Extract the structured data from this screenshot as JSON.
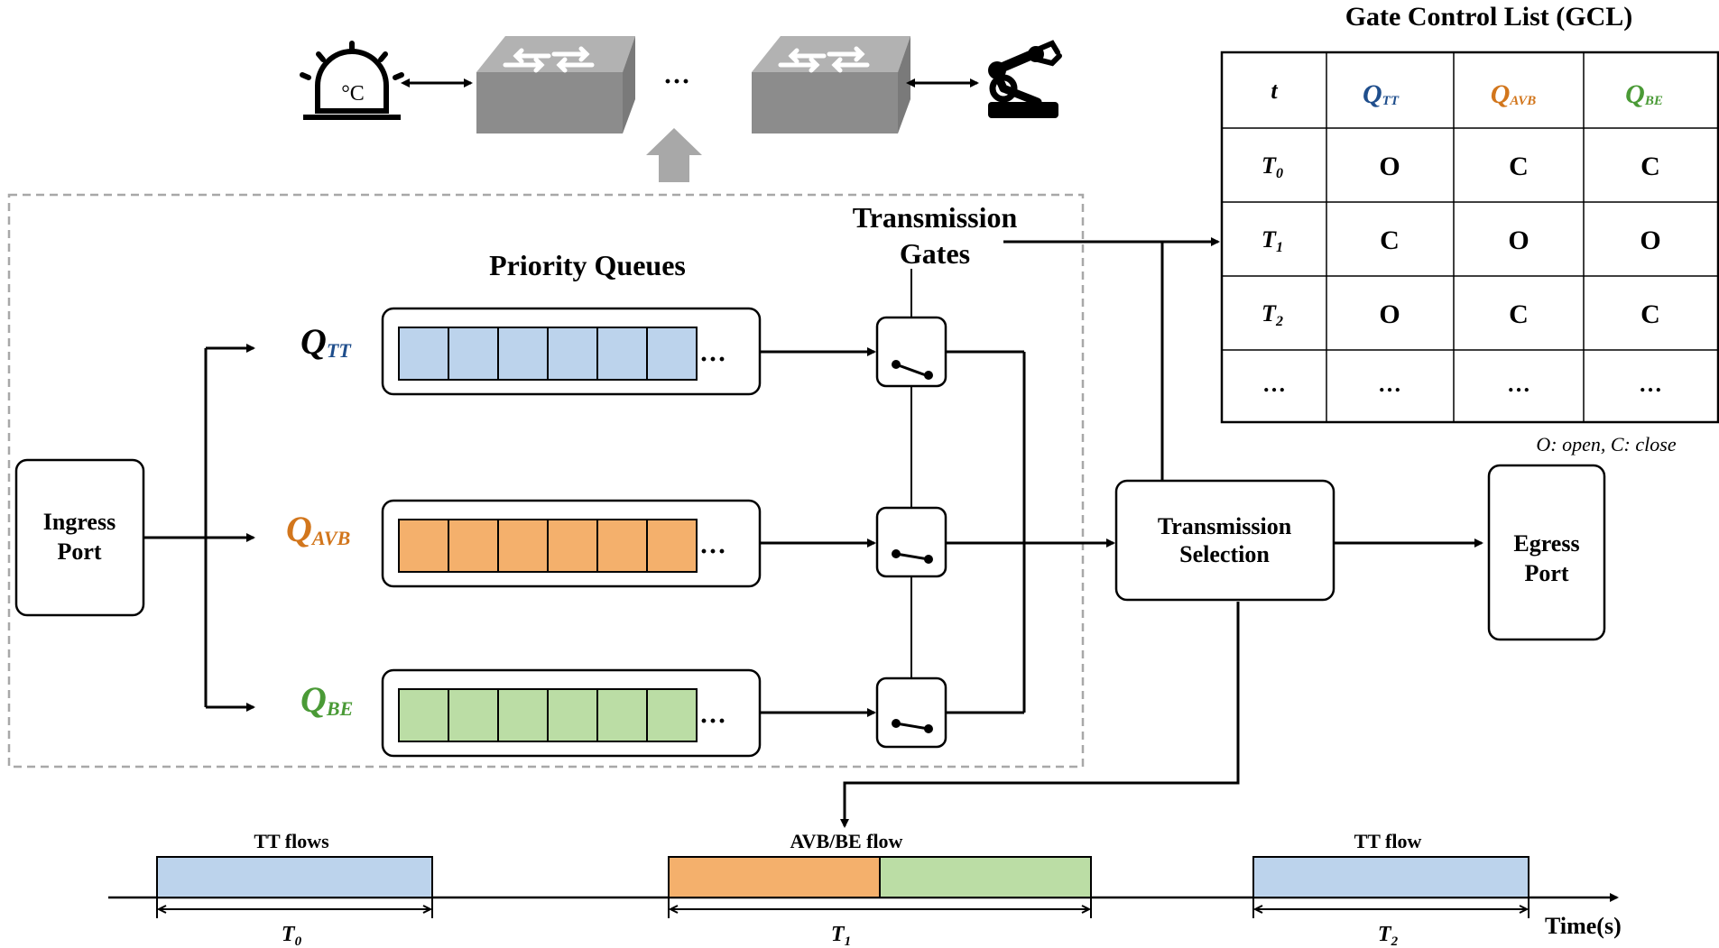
{
  "colors": {
    "tt": "#1f4e8c",
    "avb": "#d2761c",
    "be": "#4a9a36",
    "tt_fill": "#bcd3ec",
    "avb_fill": "#f4b06c",
    "be_fill": "#bbdda5",
    "device": "#8f8f8f"
  },
  "icons": {
    "alarm": "temperature-alarm-icon",
    "switch": "network-switch-icon",
    "robot": "robot-arm-icon",
    "up_arrow": "up-arrow-icon"
  },
  "topology": {
    "ellipsis": "···"
  },
  "switch_area": {
    "priority_queues_title": "Priority Queues",
    "gates_title_line1": "Transmission",
    "gates_title_line2": "Gates",
    "queues": [
      {
        "name_main": "Q",
        "name_sub": "TT",
        "slots": 6,
        "more": "···"
      },
      {
        "name_main": "Q",
        "name_sub": "AVB",
        "slots": 6,
        "more": "···"
      },
      {
        "name_main": "Q",
        "name_sub": "BE",
        "slots": 6,
        "more": "···"
      }
    ]
  },
  "ingress": {
    "line1": "Ingress",
    "line2": "Port"
  },
  "selection": {
    "line1": "Transmission",
    "line2": "Selection"
  },
  "egress": {
    "line1": "Egress",
    "line2": "Port"
  },
  "gcl": {
    "title": "Gate Control List (GCL)",
    "header": {
      "t": "t",
      "q1_main": "Q",
      "q1_sub": "TT",
      "q2_main": "Q",
      "q2_sub": "AVB",
      "q3_main": "Q",
      "q3_sub": "BE"
    },
    "rows": [
      {
        "t_main": "T",
        "t_sub": "0",
        "c1": "O",
        "c2": "C",
        "c3": "C"
      },
      {
        "t_main": "T",
        "t_sub": "1",
        "c1": "C",
        "c2": "O",
        "c3": "O"
      },
      {
        "t_main": "T",
        "t_sub": "2",
        "c1": "O",
        "c2": "C",
        "c3": "C"
      },
      {
        "t_main": "…",
        "t_sub": "",
        "c1": "…",
        "c2": "…",
        "c3": "…"
      }
    ],
    "note": "O: open, C: close"
  },
  "timeline": {
    "axis_label": "Time(s)",
    "segments": [
      {
        "label": "TT flows",
        "t_main": "T",
        "t_sub": "0"
      },
      {
        "label": "AVB/BE flow",
        "t_main": "T",
        "t_sub": "1"
      },
      {
        "label": "TT flow",
        "t_main": "T",
        "t_sub": "2"
      }
    ]
  }
}
